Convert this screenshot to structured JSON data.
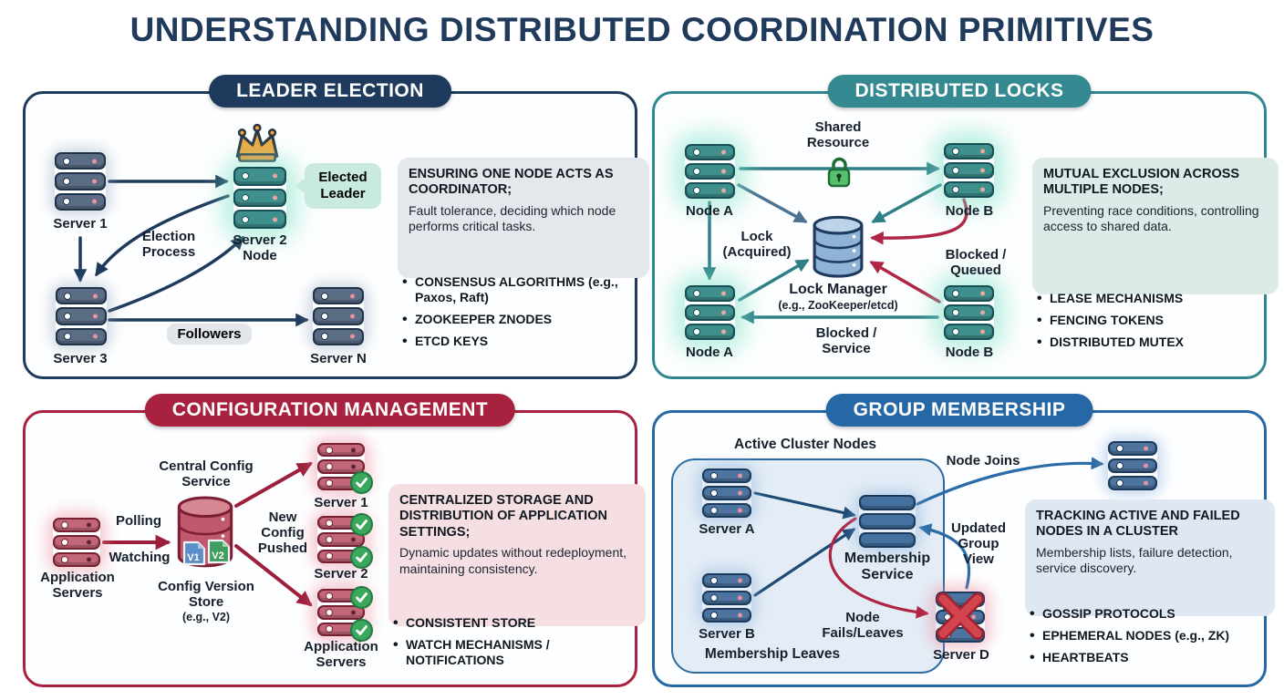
{
  "title": "UNDERSTANDING DISTRIBUTED COORDINATION PRIMITIVES",
  "colors": {
    "title_navy": "#1f3a5a",
    "leader_election_navy": "#1e3a5c",
    "distributed_locks_teal": "#2f8691",
    "configuration_crimson": "#a8213f",
    "group_membership_blue": "#2667a5",
    "mint_bubble": "#c9ebdf",
    "crown_gold": "#f3a63c",
    "lock_green": "#58c06c",
    "check_green": "#3aa85c",
    "fail_red": "#d4444e"
  },
  "leader_election": {
    "header": "LEADER ELECTION",
    "server1": "Server 1",
    "server2": "Server 2\nNode",
    "server3": "Server 3",
    "server_n": "Server N",
    "election_process": "Election\nProcess",
    "followers": "Followers",
    "elected_leader": "Elected\nLeader",
    "panel": {
      "heading": "ENSURING ONE NODE ACTS AS COORDINATOR;",
      "body": "Fault tolerance, deciding which node performs critical tasks."
    },
    "bullets": [
      "CONSENSUS ALGORITHMS (e.g., Paxos, Raft)",
      "ZOOKEEPER ZNODES",
      "ETCD KEYS"
    ]
  },
  "distributed_locks": {
    "header": "DISTRIBUTED LOCKS",
    "shared_resource": "Shared\nResource",
    "node_a_top": "Node A",
    "node_b_top": "Node B",
    "node_a_bottom": "Node A",
    "node_b_bottom": "Node B",
    "lock_acquired": "Lock\n(Acquired)",
    "blocked_queued": "Blocked /\nQueued",
    "blocked_service": "Blocked /\nService",
    "lock_manager": "Lock Manager",
    "lock_manager_sub": "(e.g., ZooKeeper/etcd)",
    "panel": {
      "heading": "MUTUAL EXCLUSION ACROSS MULTIPLE NODES;",
      "body": "Preventing race conditions, controlling access to shared data."
    },
    "bullets": [
      "LEASE MECHANISMS",
      "FENCING TOKENS",
      "DISTRIBUTED MUTEX"
    ]
  },
  "configuration_management": {
    "header": "CONFIGURATION MANAGEMENT",
    "app_servers_left": "Application\nServers",
    "polling": "Polling",
    "watching": "Watching",
    "central_config_service": "Central Config\nService",
    "config_version_store": "Config Version\nStore",
    "config_version_sub": "(e.g., V2)",
    "new_config_pushed": "New\nConfig\nPushed",
    "v1_label": "V1",
    "v2_label": "V2",
    "server1": "Server 1",
    "server2": "Server 2",
    "app_servers_right": "Application\nServers",
    "panel": {
      "heading": "CENTRALIZED STORAGE AND DISTRIBUTION OF APPLICATION SETTINGS;",
      "body": "Dynamic updates without redeployment, maintaining consistency."
    },
    "bullets": [
      "CONSISTENT STORE",
      "WATCH MECHANISMS / NOTIFICATIONS"
    ]
  },
  "group_membership": {
    "header": "GROUP MEMBERSHIP",
    "active_cluster_nodes": "Active Cluster Nodes",
    "server_a": "Server A",
    "server_b": "Server B",
    "membership_service": "Membership\nService",
    "membership_leaves": "Membership Leaves",
    "node_joins": "Node Joins",
    "updated_group_view": "Updated\nGroup\nView",
    "node_fails_leaves": "Node\nFails/Leaves",
    "server_d": "Server D",
    "panel": {
      "heading": "TRACKING ACTIVE AND FAILED NODES IN A CLUSTER",
      "body": "Membership lists, failure detection, service discovery."
    },
    "bullets": [
      "GOSSIP PROTOCOLS",
      "EPHEMERAL NODES (e.g., ZK)",
      "HEARTBEATS"
    ]
  }
}
